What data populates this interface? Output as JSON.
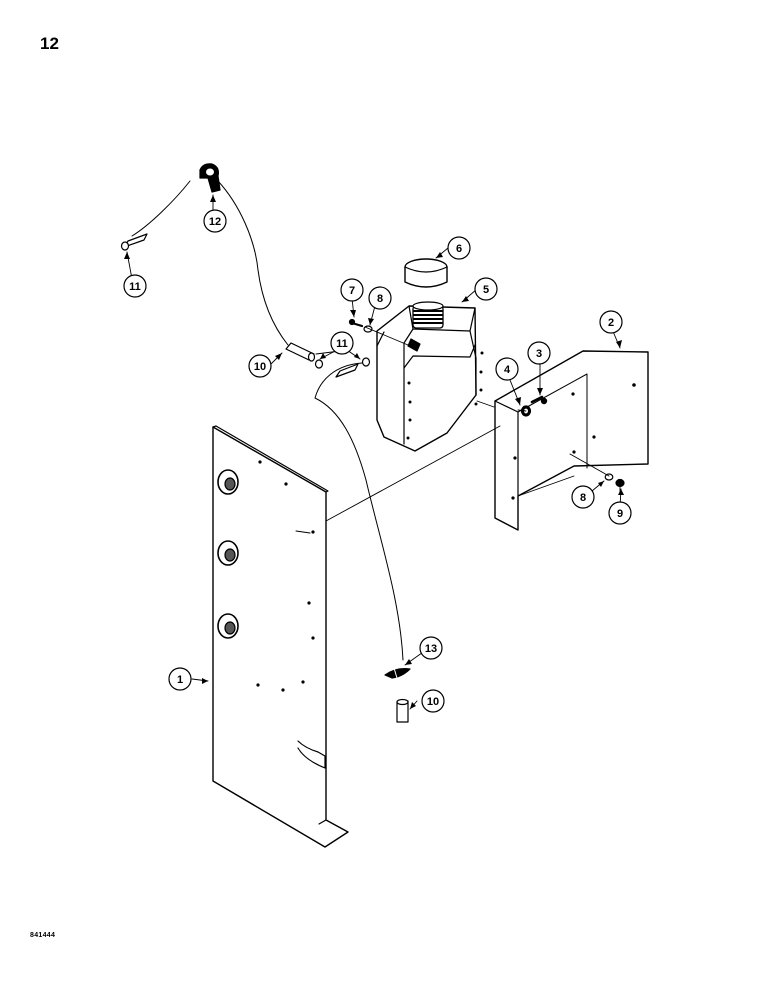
{
  "page_number": "12",
  "document_code": "841444",
  "callouts": {
    "c1": "1",
    "c2": "2",
    "c3": "3",
    "c4": "4",
    "c5": "5",
    "c6": "6",
    "c7": "7",
    "c8a": "8",
    "c8b": "8",
    "c9": "9",
    "c10a": "10",
    "c10b": "10",
    "c11a": "11",
    "c11b": "11",
    "c12": "12",
    "c13": "13"
  }
}
